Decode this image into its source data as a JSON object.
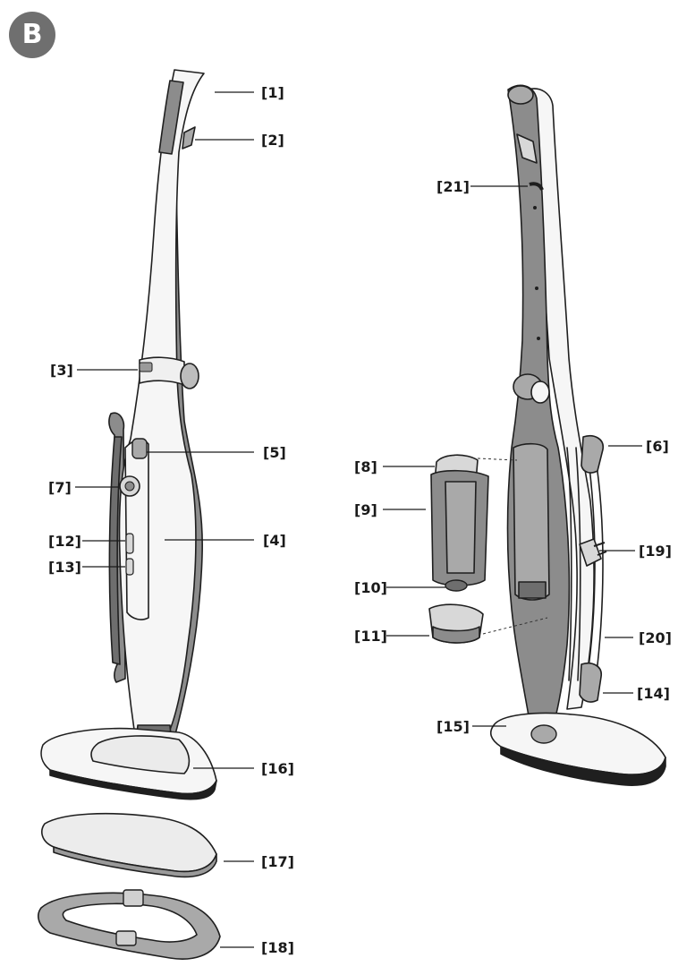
{
  "figure_badge": "B",
  "callouts": {
    "c1": "[1]",
    "c2": "[2]",
    "c3": "[3]",
    "c4": "[4]",
    "c5": "[5]",
    "c6": "[6]",
    "c7": "[7]",
    "c8": "[8]",
    "c9": "[9]",
    "c10": "[10]",
    "c11": "[11]",
    "c12": "[12]",
    "c13": "[13]",
    "c14": "[14]",
    "c15": "[15]",
    "c16": "[16]",
    "c17": "[17]",
    "c18": "[18]",
    "c19": "[19]",
    "c20": "[20]",
    "c21": "[21]"
  },
  "colors": {
    "body_light": "#f6f6f6",
    "body_dark": "#8c8c8c",
    "body_mid": "#a9a9a9",
    "outline": "#1f1f1f",
    "badge": "#6f6f6f"
  }
}
